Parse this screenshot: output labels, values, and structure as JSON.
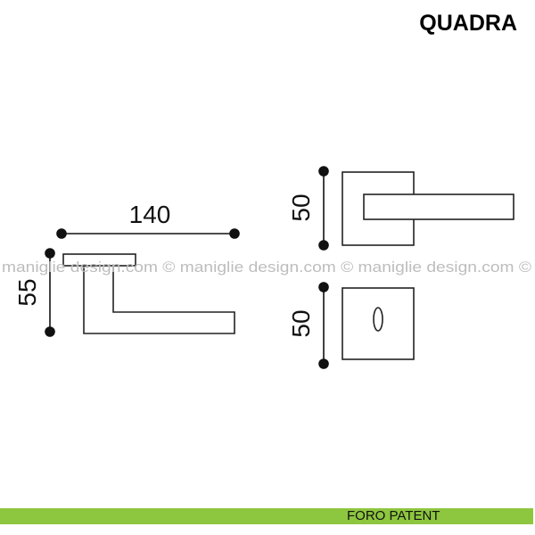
{
  "title": "QUADRA",
  "dimensions": {
    "length": "140",
    "height": "55",
    "rosette": "50",
    "escutcheon": "50"
  },
  "watermark": "maniglie design.com © maniglie design.com © maniglie design.com ©",
  "footer": {
    "label": "FORO PATENT",
    "color": "#8dc63f"
  }
}
